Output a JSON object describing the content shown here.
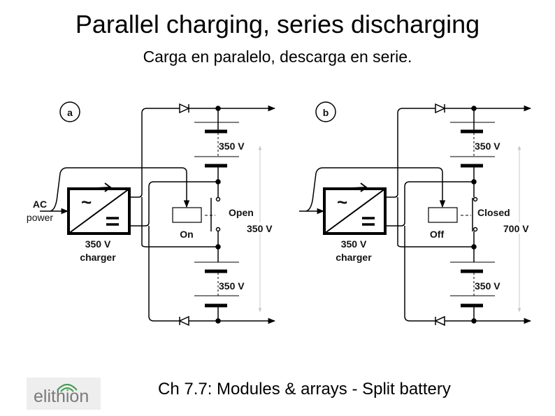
{
  "title": "Parallel charging, series discharging",
  "subtitle": "Carga en paralelo, descarga en serie.",
  "footer": "Ch 7.7: Modules & arrays - Split battery",
  "logo": {
    "text": "elithion"
  },
  "panels": [
    {
      "id": "a",
      "ac_label": "AC",
      "power_label": "power",
      "charger_voltage": "350 V",
      "charger_label": "charger",
      "top_battery": "350 V",
      "bottom_battery": "350 V",
      "relay_state": "On",
      "switch_state": "Open",
      "output_voltage": "350 V",
      "switch_closed": false
    },
    {
      "id": "b",
      "ac_label": "",
      "power_label": "",
      "charger_voltage": "350 V",
      "charger_label": "charger",
      "top_battery": "350 V",
      "bottom_battery": "350 V",
      "relay_state": "Off",
      "switch_state": "Closed",
      "output_voltage": "700 V",
      "switch_closed": true
    }
  ],
  "colors": {
    "wire": "#000000",
    "voltage_arrow": "#c8c8c8",
    "logo_green": "#3a9a4a"
  }
}
